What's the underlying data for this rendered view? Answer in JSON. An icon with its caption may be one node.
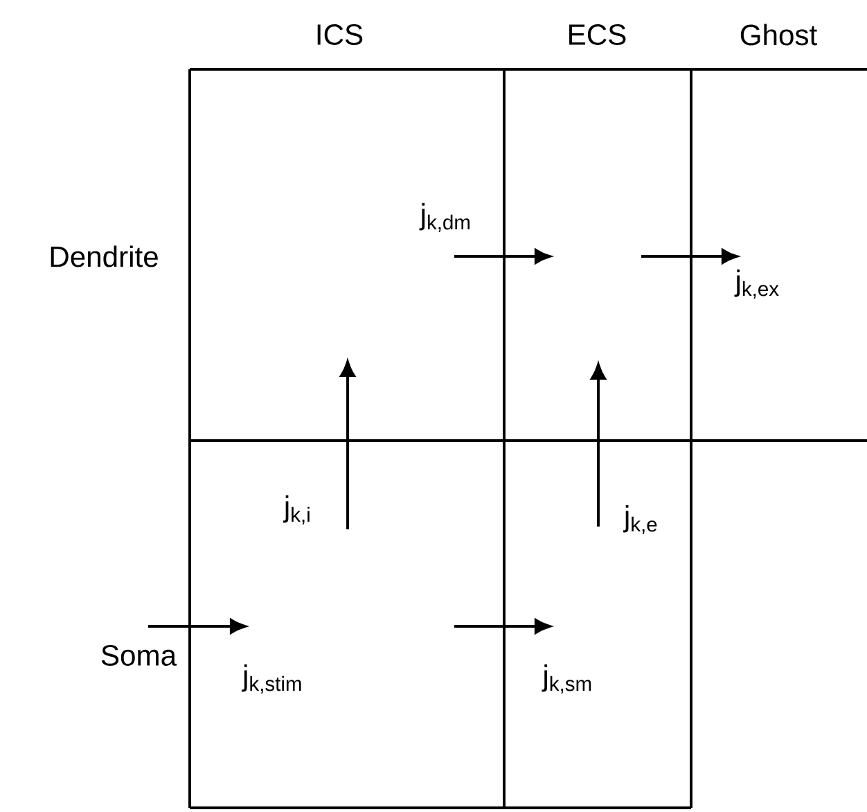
{
  "diagram": {
    "labels": [
      "ICS",
      "ECS",
      "Ghost",
      "Dendrite",
      "j$_{k,dm}$",
      "j$_{k,ex}$",
      "j$_{k,i}$",
      "j$_{k,e}$",
      "Soma",
      "j$_{k,stim}$",
      "j$_{k,sm}$"
    ]
  }
}
